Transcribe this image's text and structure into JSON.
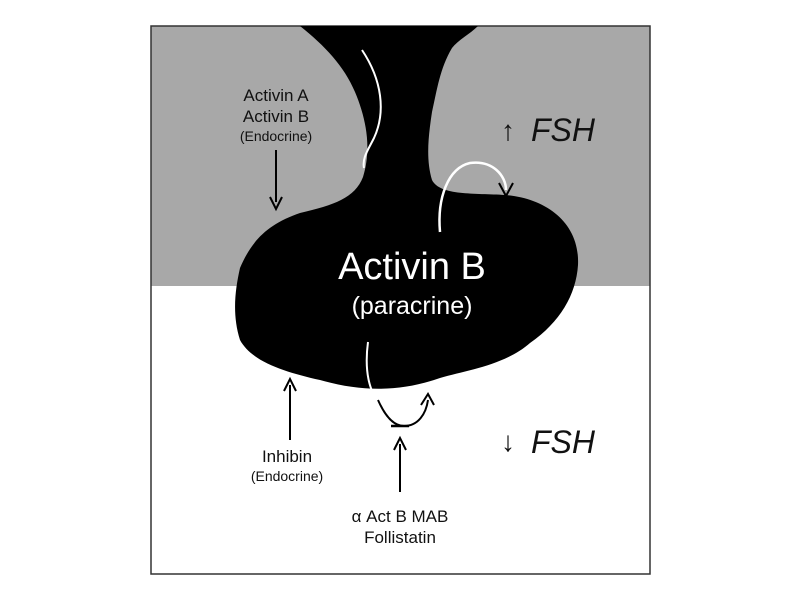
{
  "diagram": {
    "upper_left_label": {
      "line1": "Activin A",
      "line2": "Activin B",
      "line3": "(Endocrine)"
    },
    "upper_right_label": {
      "arrow": "↑",
      "text": "FSH"
    },
    "center_label": {
      "title": "Activin B",
      "subtitle": "(paracrine)"
    },
    "lower_left_label": {
      "line1": "Inhibin",
      "line2": "(Endocrine)"
    },
    "lower_right_label": {
      "arrow": "↓",
      "text": "FSH"
    },
    "bottom_label": {
      "line1": "α Act B MAB",
      "line2": "Follistatin"
    }
  },
  "colors": {
    "upper_region": "#a8a8a8",
    "lower_region": "#ffffff",
    "cell": "#000000",
    "border": "#333333"
  }
}
